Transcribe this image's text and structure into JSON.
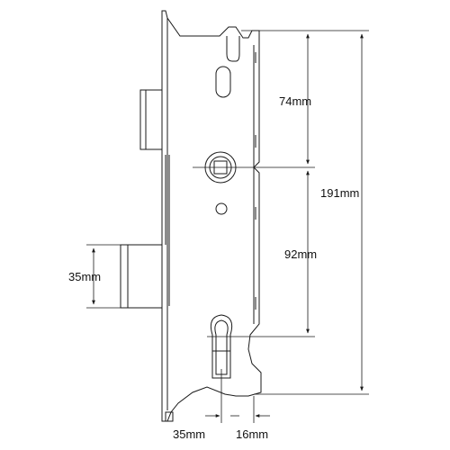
{
  "diagram": {
    "colors": {
      "line": "#1a1a1a",
      "background": "#ffffff"
    },
    "dimensions": {
      "spindle_to_latch": "74mm",
      "overall_height": "191mm",
      "spindle_to_cylinder": "92mm",
      "deadbolt_height": "35mm",
      "backset": "35mm",
      "faceplate_width": "16mm"
    }
  }
}
